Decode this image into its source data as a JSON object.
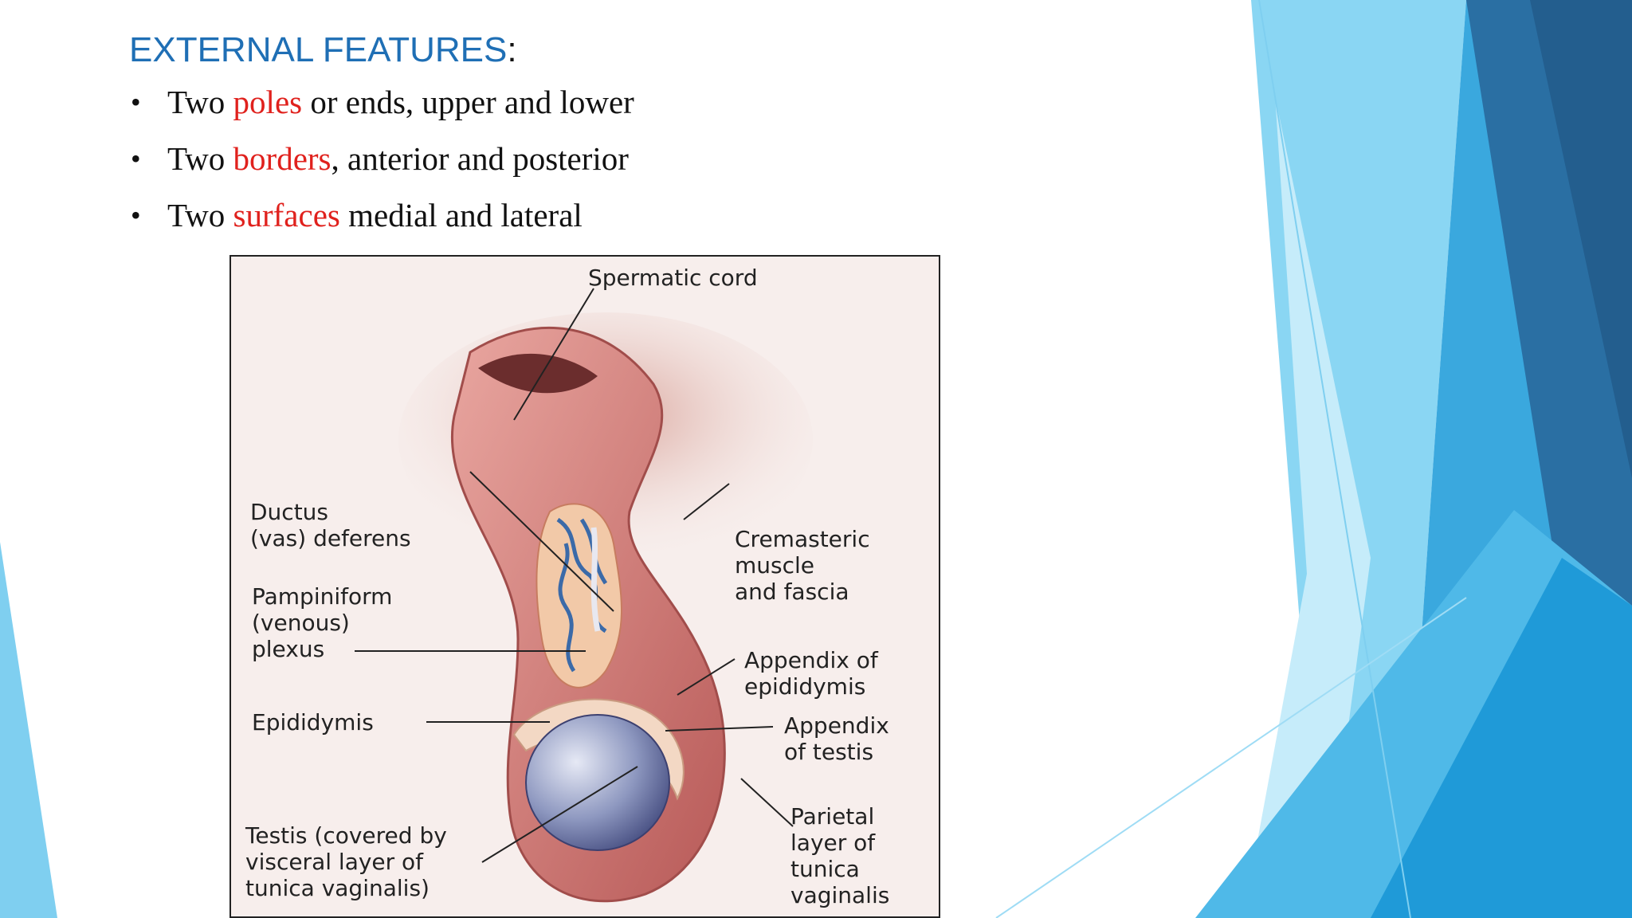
{
  "slide": {
    "title": "EXTERNAL FEATURES",
    "title_suffix": ":",
    "bullets": [
      {
        "pre": "Two ",
        "highlight": "poles",
        "post": " or ends, upper and lower"
      },
      {
        "pre": "Two ",
        "highlight": "borders",
        "post": ", anterior and posterior"
      },
      {
        "pre": "Two ",
        "highlight": "surfaces",
        "post": " medial and lateral"
      }
    ],
    "bullet_glyph": "•",
    "colors": {
      "title": "#1f6fb5",
      "highlight": "#e0211d",
      "accent_dark": "#2a6fa3",
      "accent_light": "#7fcff0"
    }
  },
  "figure": {
    "labels": {
      "spermatic_cord": "Spermatic cord",
      "ductus_1": "Ductus",
      "ductus_2": "(vas) deferens",
      "cremasteric_1": "Cremasteric",
      "cremasteric_2": "muscle",
      "cremasteric_3": "and fascia",
      "pampiniform_1": "Pampiniform",
      "pampiniform_2": "(venous)",
      "pampiniform_3": "plexus",
      "appendix_epi_1": "Appendix of",
      "appendix_epi_2": "epididymis",
      "epididymis": "Epididymis",
      "appendix_testis_1": "Appendix",
      "appendix_testis_2": "of testis",
      "testis_1": "Testis (covered by",
      "testis_2": "visceral layer of",
      "testis_3": "tunica vaginalis)",
      "parietal_1": "Parietal",
      "parietal_2": "layer of",
      "parietal_3": "tunica",
      "parietal_4": "vaginalis"
    }
  }
}
